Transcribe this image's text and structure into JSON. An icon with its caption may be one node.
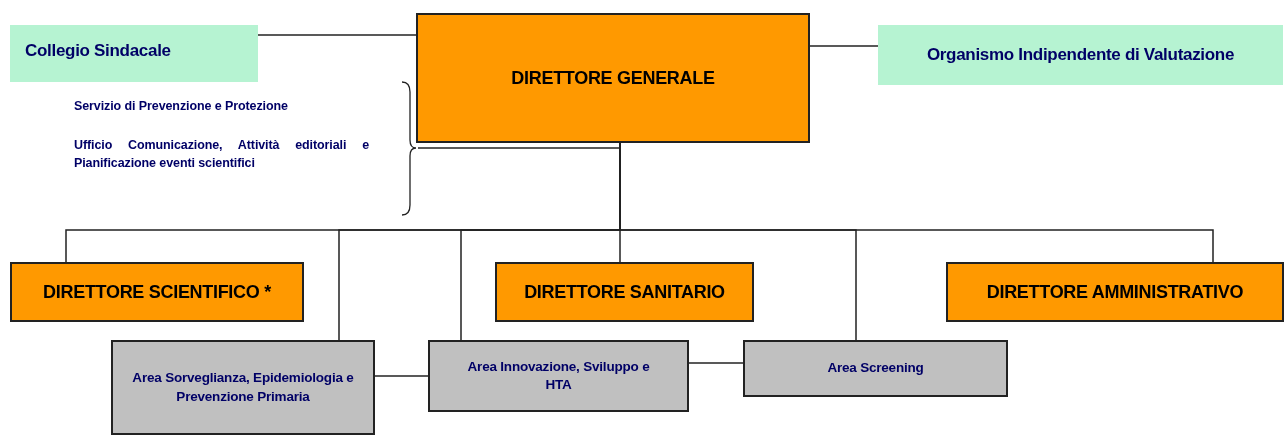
{
  "diagram": {
    "nodes": [
      {
        "text": [
          "DIRETTORE GENERALE"
        ]
      },
      {
        "text": [
          "Collegio Sindacale"
        ]
      },
      {
        "text": [
          "Organismo Indipendente di Valutazione"
        ]
      },
      {
        "text": [
          "DIRETTORE SCIENTIFICO *"
        ]
      },
      {
        "text": [
          "DIRETTORE SANITARIO"
        ]
      },
      {
        "text": [
          "DIRETTORE AMMINISTRATIVO"
        ]
      },
      {
        "text": [
          "Area Sorveglianza, Epidemiologia e Prevenzione Primaria"
        ]
      },
      {
        "text": [
          "Area Innovazione, Sviluppo e HTA"
        ]
      },
      {
        "text": [
          "Area Screening"
        ]
      }
    ],
    "edges": [
      {
        "from": 0,
        "to": 1,
        "arrow": "none"
      },
      {
        "from": 0,
        "to": 2,
        "arrow": "none"
      },
      {
        "from": 0,
        "to": 3,
        "arrow": "none"
      },
      {
        "from": 0,
        "to": 6,
        "arrow": "none"
      },
      {
        "from": 0,
        "to": 7,
        "arrow": "none"
      },
      {
        "from": 0,
        "to": 4,
        "arrow": "none"
      },
      {
        "from": 0,
        "to": 8,
        "arrow": "none"
      },
      {
        "from": 0,
        "to": 5,
        "arrow": "none"
      },
      {
        "from": 6,
        "to": 7,
        "arrow": "none"
      },
      {
        "from": 7,
        "to": 8,
        "arrow": "none"
      }
    ],
    "labels": [
      "Servizio di Prevenzione e Protezione",
      "Ufficio Comunicazione, Attività editoriali e Pianificazione eventi scientifici"
    ]
  }
}
